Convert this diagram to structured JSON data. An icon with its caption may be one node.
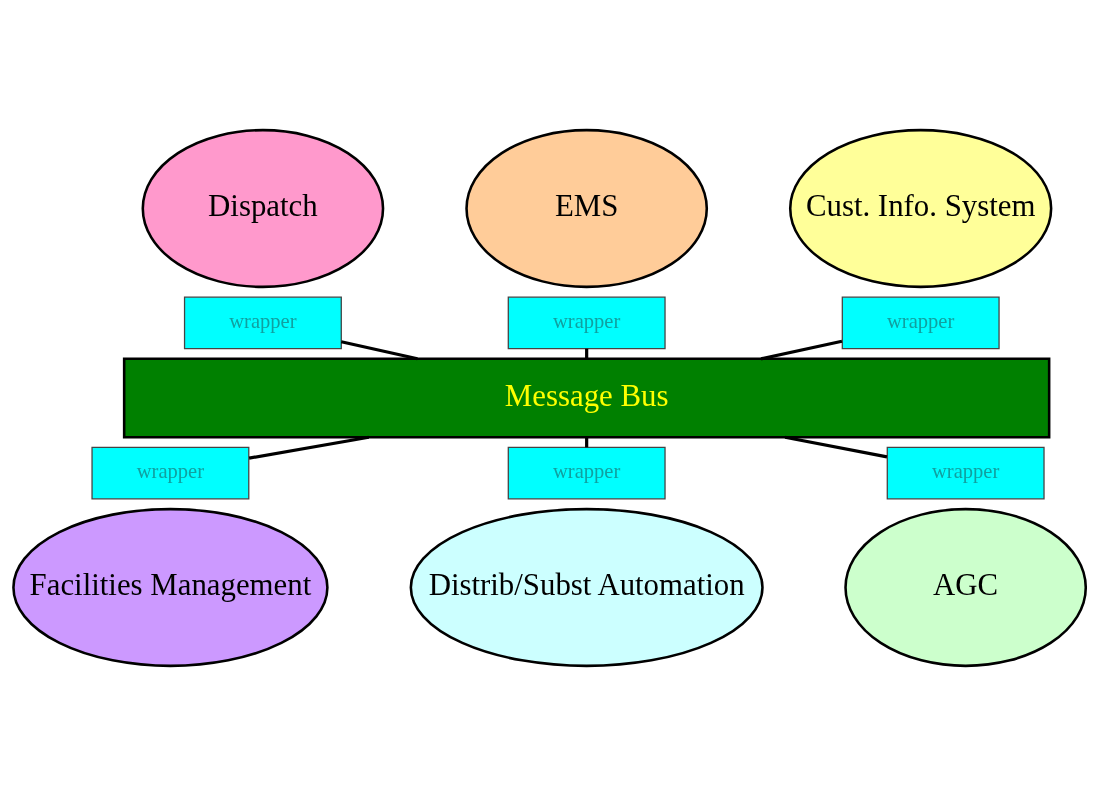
{
  "diagram": {
    "nodes": [
      {
        "text": [
          "Dispatch"
        ]
      },
      {
        "text": [
          "EMS"
        ]
      },
      {
        "text": [
          "Cust. Info. System"
        ]
      },
      {
        "text": [
          "wrapper"
        ]
      },
      {
        "text": [
          "wrapper"
        ]
      },
      {
        "text": [
          "wrapper"
        ]
      },
      {
        "text": [
          "Message Bus"
        ]
      },
      {
        "text": [
          "wrapper"
        ]
      },
      {
        "text": [
          "wrapper"
        ]
      },
      {
        "text": [
          "wrapper"
        ]
      },
      {
        "text": [
          "Facilities Management"
        ]
      },
      {
        "text": [
          "Distrib/Subst Automation"
        ]
      },
      {
        "text": [
          "AGC"
        ]
      }
    ],
    "edges": [
      {
        "from": 3,
        "to": 6,
        "arrow": "none"
      },
      {
        "from": 4,
        "to": 6,
        "arrow": "none"
      },
      {
        "from": 5,
        "to": 6,
        "arrow": "none"
      },
      {
        "from": 6,
        "to": 7,
        "arrow": "none"
      },
      {
        "from": 6,
        "to": 8,
        "arrow": "none"
      },
      {
        "from": 6,
        "to": 9,
        "arrow": "none"
      }
    ]
  }
}
